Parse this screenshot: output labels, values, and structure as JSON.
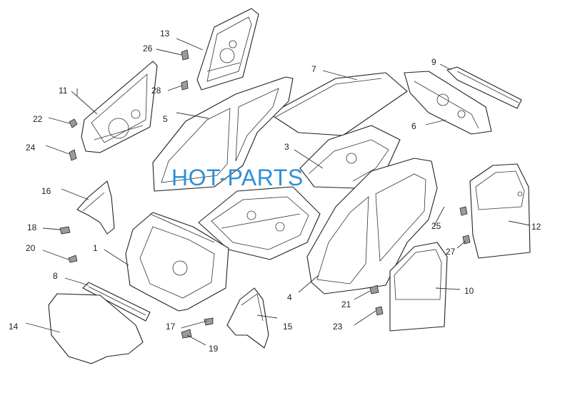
{
  "watermark": "HOT-PARTS",
  "callouts": {
    "c1": "1",
    "c3": "3",
    "c4": "4",
    "c5": "5",
    "c6": "6",
    "c7": "7",
    "c8": "8",
    "c9": "9",
    "c10": "10",
    "c11": "11",
    "c12": "12",
    "c13": "13",
    "c14": "14",
    "c15": "15",
    "c16": "16",
    "c17": "17",
    "c18": "18",
    "c19": "19",
    "c20": "20",
    "c21": "21",
    "c22": "22",
    "c23": "23",
    "c24": "24",
    "c25": "25",
    "c26": "26",
    "c27": "27",
    "c28": "28"
  }
}
